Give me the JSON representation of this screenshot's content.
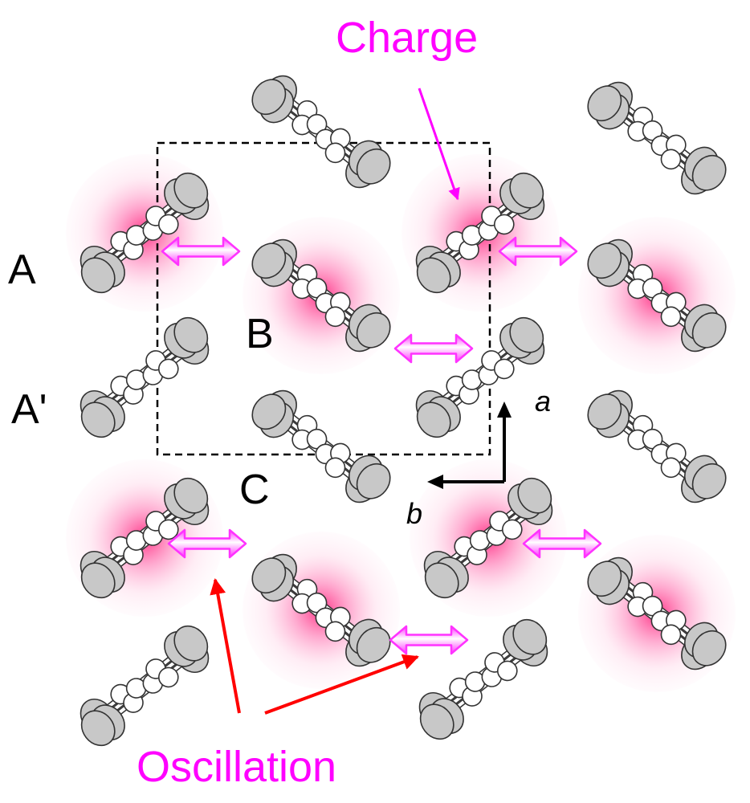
{
  "labels": {
    "charge": "Charge",
    "oscillation": "Oscillation",
    "molecule_a": "A",
    "molecule_a_prime": "A'",
    "molecule_b": "B",
    "molecule_c": "C",
    "axis_a": "a",
    "axis_b": "b"
  },
  "colors": {
    "charge_text": "#ff00ff",
    "oscillation_text": "#ff00ff",
    "charge_pointer": "#ff00ff",
    "oscillation_pointer": "#ff0000",
    "charge_cloud": "#ff2a80",
    "double_arrow": "#ff33ff",
    "axis_arrow": "#000000",
    "unit_cell_border": "#000000",
    "atom_outer": "#c8c8c8",
    "atom_inner": "#ffffff"
  },
  "icons": {
    "molecule": "molecule-icon",
    "charge_cloud": "charge-cloud-icon",
    "double_arrow": "double-arrow-icon"
  }
}
